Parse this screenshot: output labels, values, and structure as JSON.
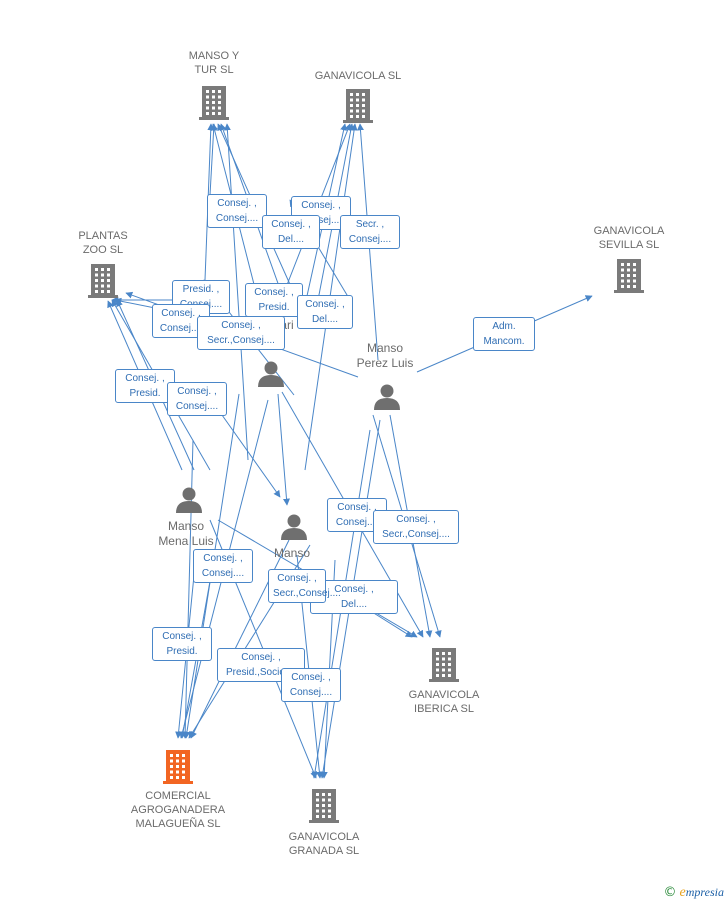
{
  "colors": {
    "edge": "#4a86c8",
    "company": "#7a7a7a",
    "focus_company": "#f26522",
    "person": "#6f6f6f"
  },
  "companies": [
    {
      "id": "manso-y-tur",
      "label": "MANSO Y\nTUR SL",
      "focus": false
    },
    {
      "id": "ganavicola",
      "label": "GANAVICOLA SL",
      "focus": false
    },
    {
      "id": "plantas-zoo",
      "label": "PLANTAS\nZOO SL",
      "focus": false
    },
    {
      "id": "ganavicola-sevilla",
      "label": "GANAVICOLA\nSEVILLA SL",
      "focus": false
    },
    {
      "id": "ganavicola-iberica",
      "label": "GANAVICOLA\nIBERICA SL",
      "focus": false
    },
    {
      "id": "comercial",
      "label": "COMERCIAL\nAGROGANADERA\nMALAGUEÑA SL",
      "focus": true
    },
    {
      "id": "ganavicola-granada",
      "label": "GANAVICOLA\nGRANADA SL",
      "focus": false
    }
  ],
  "persons": [
    {
      "id": "perez",
      "label": "Manso\nPerez Luis"
    },
    {
      "id": "mena",
      "label": "Manso\nMena Luis"
    },
    {
      "id": "p3",
      "label": "Manso"
    },
    {
      "id": "p4",
      "label": "ari"
    }
  ],
  "relations": [
    "Consej. ,\nConsej....",
    "Consej. ,\nConsej....",
    "Consej. ,\nDel....",
    "Secr. ,\nConsej....",
    "Adm.\nMancom.",
    "Presid. ,\nConsej....",
    "Consej. ,\nPresid.",
    "Consej. ,\nDel....",
    "Consej. ,\nConsej....",
    "Consej. ,\nSecr.,Consej....",
    "Consej. ,\nPresid.",
    "Consej. ,\nConsej....",
    "Consej. ,\nConsej....",
    "Consej. ,\nSecr.,Consej....",
    "Consej. ,\nConsej....",
    "Consej. ,\nDel....",
    "Consej. ,\nSecr.,Consej....",
    "Consej. ,\nPresid.",
    "Consej. ,\nPresid.,Socio....",
    "Consej. ,\nConsej...."
  ],
  "footer": {
    "copyright": "©",
    "brand_first": "e",
    "brand_rest": "mpresia"
  }
}
